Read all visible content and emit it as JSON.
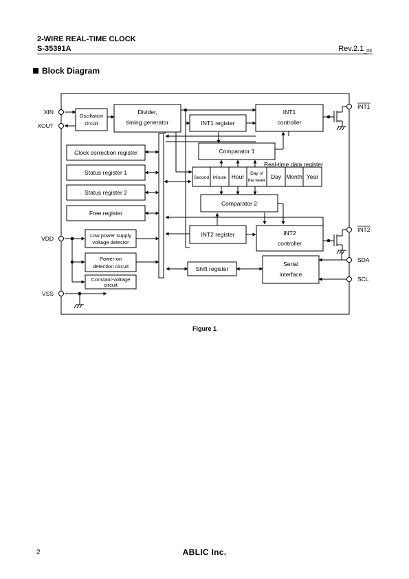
{
  "header": {
    "title": "2-WIRE REAL-TIME CLOCK",
    "part_number": "S-35391A",
    "revision": "Rev.2.1",
    "revision_sub": "_03"
  },
  "section_title": "Block Diagram",
  "figure_caption": "Figure 1",
  "footer": {
    "page_number": "2",
    "brand": "ABLIC Inc."
  },
  "pins": {
    "xin": "XIN",
    "xout": "XOUT",
    "vdd": "VDD",
    "vss": "VSS",
    "int1": "INT1",
    "int2": "INT2",
    "sda": "SDA",
    "scl": "SCL"
  },
  "blocks": {
    "oscillation": [
      "Oscillation",
      "circuit"
    ],
    "divider": [
      "Divider,",
      "timing generator"
    ],
    "int1_register": "INT1 register",
    "int1_controller": [
      "INT1",
      "controller"
    ],
    "clock_correction": "Clock correction register",
    "status1": "Status register 1",
    "status2": "Status register 2",
    "free": "Free register",
    "comparator1": "Comparator 1",
    "comparator2": "Comparator 2",
    "realtime_label": "Real-time data register",
    "realtime_cells": [
      "Second",
      "Minute",
      "Hour",
      "Day of|the week",
      "Day",
      "Month",
      "Year"
    ],
    "int2_register": "INT2 register",
    "int2_controller": [
      "INT2",
      "controller"
    ],
    "low_power": [
      "Low power supply",
      "voltage detector"
    ],
    "power_on": [
      "Power-on",
      "detection circuit"
    ],
    "constant_voltage": [
      "Constant-voltage",
      "circuit"
    ],
    "shift_register": "Shift register",
    "serial_interface": [
      "Serial",
      "interface"
    ]
  }
}
